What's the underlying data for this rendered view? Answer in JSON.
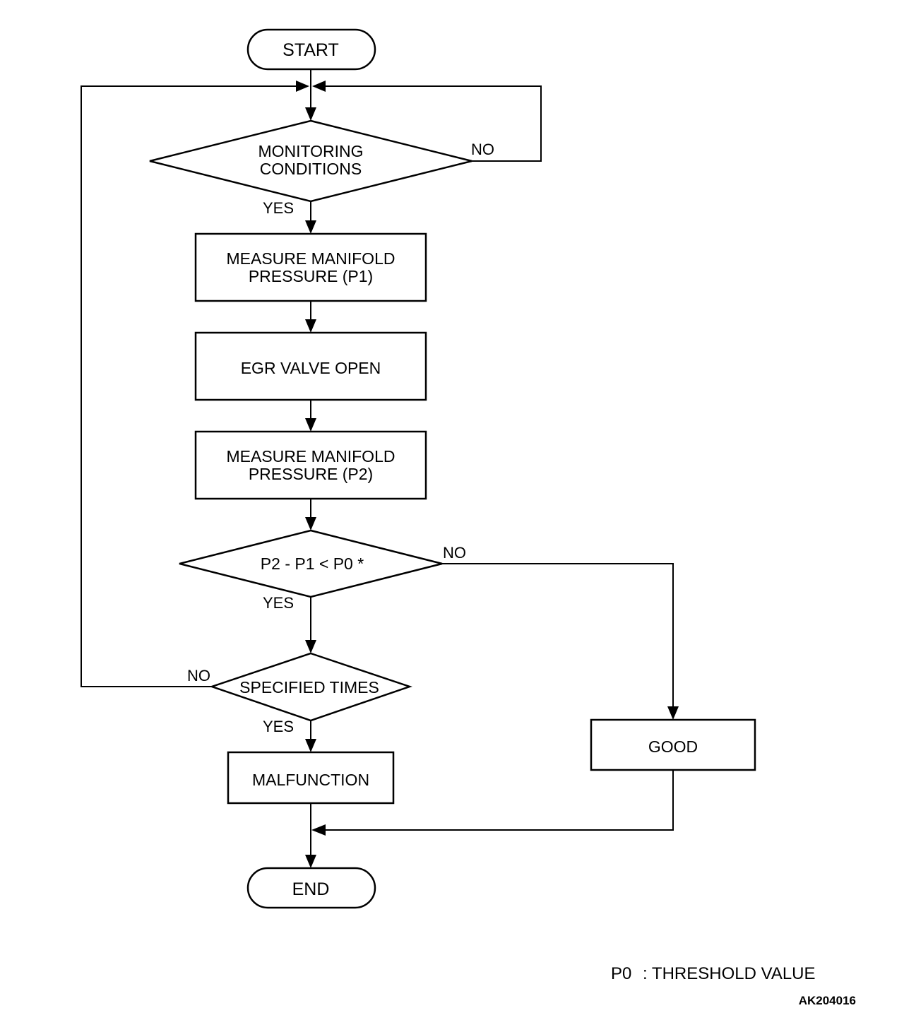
{
  "flowchart": {
    "start": "START",
    "end": "END",
    "decision_monitoring": [
      "MONITORING",
      "CONDITIONS"
    ],
    "measure_p1": [
      "MEASURE MANIFOLD",
      "PRESSURE (P1)"
    ],
    "egr_open": "EGR VALVE OPEN",
    "measure_p2": [
      "MEASURE MANIFOLD",
      "PRESSURE (P2)"
    ],
    "decision_compare": "P2 - P1 < P0 *",
    "decision_times": "SPECIFIED TIMES",
    "malfunction": "MALFUNCTION",
    "good": "GOOD",
    "labels": {
      "yes": "YES",
      "no": "NO"
    }
  },
  "footnote": {
    "symbol": "P0",
    "text": ": THRESHOLD VALUE"
  },
  "reference_code": "AK204016"
}
